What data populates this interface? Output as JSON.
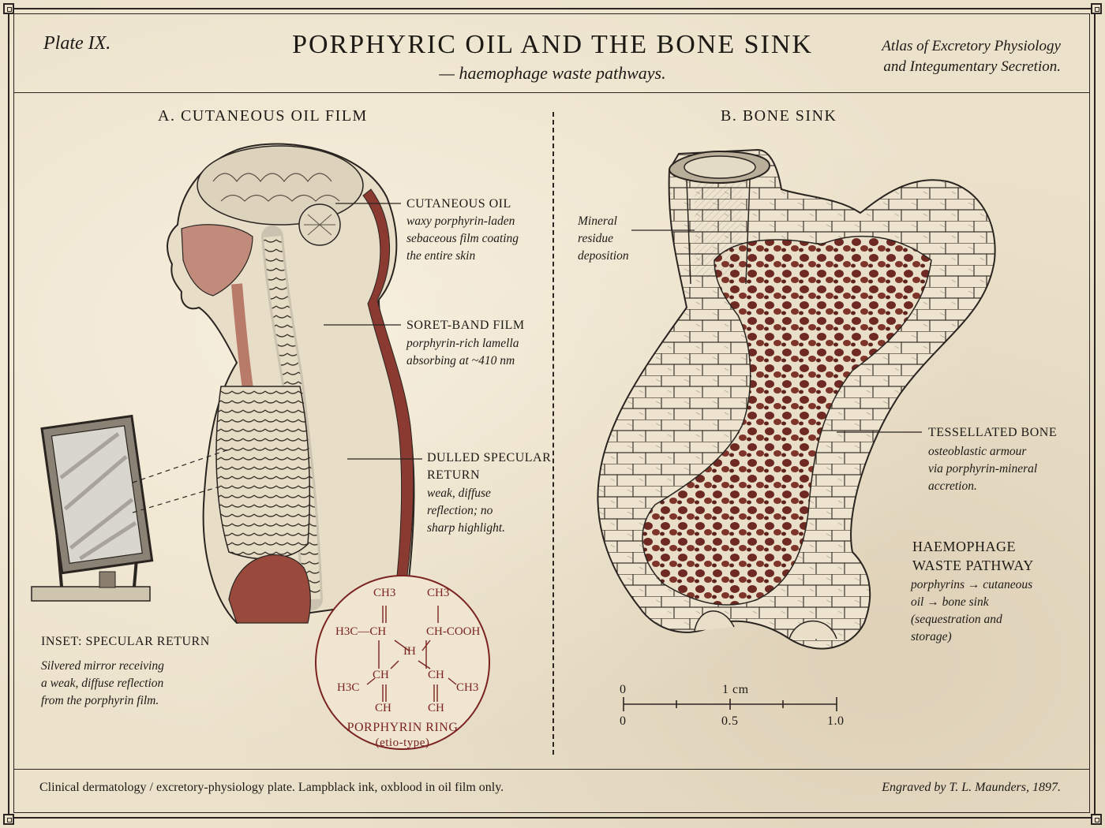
{
  "header": {
    "plate_no": "Plate IX.",
    "title": "PORPHYRIC OIL AND THE BONE SINK",
    "subtitle": "— haemophage waste pathways.",
    "atlas_line1": "Atlas of Excretory Physiology",
    "atlas_line2": "and Integumentary Secretion."
  },
  "panel_a": {
    "heading": "A. CUTANEOUS OIL FILM",
    "labels": [
      {
        "title": "CUTANEOUS OIL",
        "text": [
          "waxy porphyrin-laden",
          "sebaceous film coating",
          "the entire skin"
        ]
      },
      {
        "title": "SORET-BAND FILM",
        "text": [
          "porphyrin-rich lamella",
          "absorbing at ~410 nm"
        ]
      },
      {
        "title": [
          "DULLED SPECULAR",
          "RETURN"
        ],
        "text": [
          "weak, diffuse",
          "reflection; no",
          "sharp highlight."
        ]
      }
    ],
    "inset": {
      "title": "INSET: SPECULAR RETURN",
      "text": [
        "Silvered mirror receiving",
        "a weak, diffuse reflection",
        "from the porphyrin film."
      ]
    },
    "porphyrin": {
      "ch3_left": "CH3",
      "ch3_right": "CH3",
      "h3c_ch": "H3C—CH",
      "ch_cooh": "CH-COOH",
      "ih": "IH",
      "ch_left": "CH",
      "ch_right": "CH",
      "h3c_bottom": "H3C",
      "ch3_bottom": "CH3",
      "ch_bottom_left": "CH",
      "ch_bottom_right": "CH",
      "caption": "PORPHYRIN RING",
      "caption_sub": "(etio-type)"
    }
  },
  "panel_b": {
    "heading": "B. BONE SINK",
    "mineral_label": [
      "Mineral",
      "residue",
      "deposition"
    ],
    "tessellated": {
      "title": "TESSELLATED BONE",
      "text": [
        "osteoblastic armour",
        "via porphyrin-mineral",
        "accretion."
      ]
    },
    "pathway": {
      "title": [
        "HAEMOPHAGE",
        "WASTE PATHWAY"
      ],
      "text": [
        "porphyrins → cutaneous",
        "oil → bone sink",
        "(sequestration and",
        "storage)"
      ]
    },
    "scale": {
      "top_left": "0",
      "top_mid": "1 cm",
      "bottom_left": "0",
      "bottom_mid": "0.5",
      "bottom_right": "1.0"
    }
  },
  "footer": {
    "left": "Clinical dermatology / excretory-physiology plate.  Lampblack ink, oxblood in oil film only.",
    "right": "Engraved by T. L. Maunders, 1897."
  },
  "colors": {
    "ink": "#1d1a16",
    "paper": "#ece2cc",
    "oxblood": "#7a2320"
  }
}
